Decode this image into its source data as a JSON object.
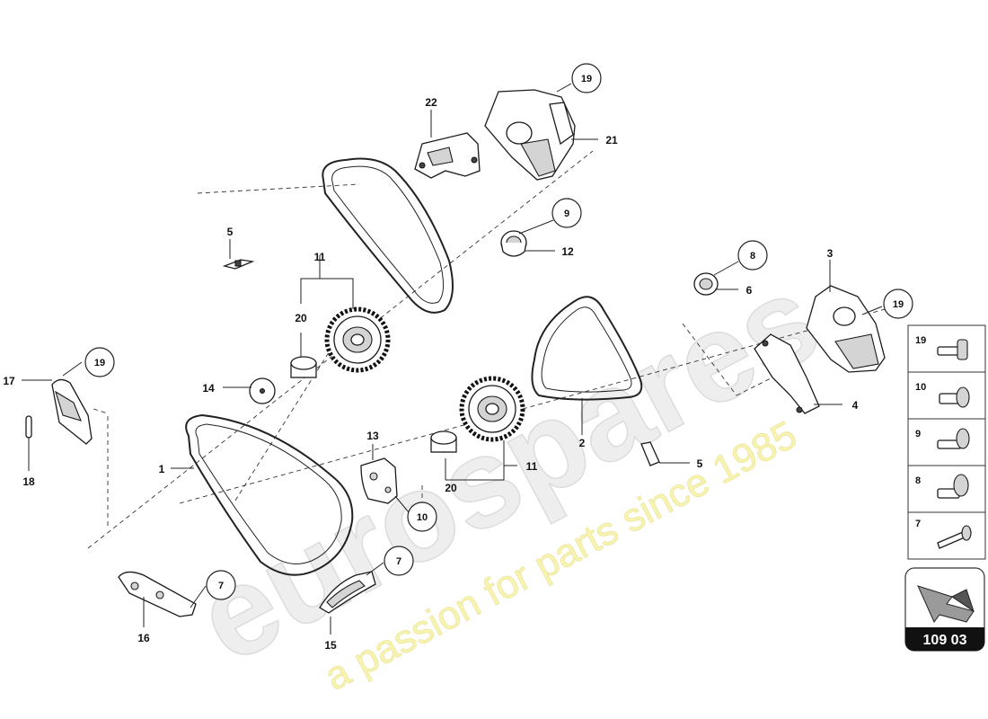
{
  "watermark": {
    "brand": "eurospares",
    "tagline": "a passion for parts since 1985"
  },
  "parts": {
    "p1": "1",
    "p2": "2",
    "p3": "3",
    "p4": "4",
    "p5a": "5",
    "p5b": "5",
    "p6": "6",
    "p11a": "11",
    "p11b": "11",
    "p12": "12",
    "p13": "13",
    "p14": "14",
    "p15": "15",
    "p16": "16",
    "p17": "17",
    "p18": "18",
    "p20a": "20",
    "p20b": "20",
    "p21": "21",
    "p22": "22"
  },
  "callouts": {
    "c19a": "19",
    "c9": "9",
    "c8": "8",
    "c19b": "19",
    "c19c": "19",
    "c10": "10",
    "c7a": "7",
    "c7b": "7"
  },
  "fastener_table": [
    "19",
    "10",
    "9",
    "8",
    "7"
  ],
  "reference": {
    "page": "109 03"
  }
}
